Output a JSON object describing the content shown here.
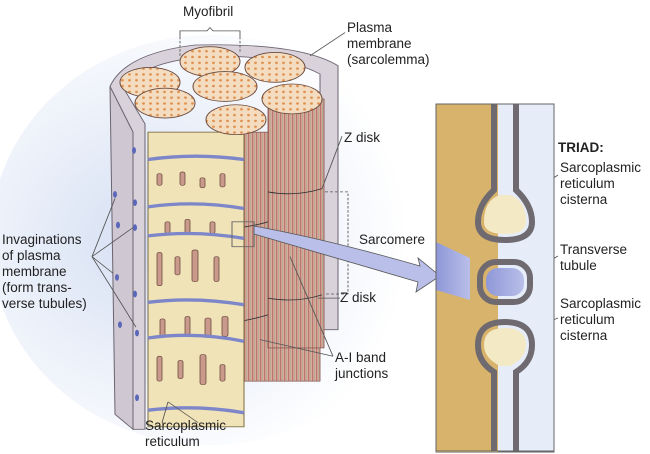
{
  "labels": {
    "myofibril": "Myofibril",
    "plasma_membrane": [
      "Plasma",
      "membrane",
      "(sarcolemma)"
    ],
    "z_disk_top": "Z disk",
    "sarcomere": "Sarcomere",
    "z_disk_bottom": "Z disk",
    "invaginations": [
      "Invaginations",
      "of plasma",
      "membrane",
      "(form trans-",
      "verse tubules)"
    ],
    "ai_band": [
      "A-I band",
      "junctions"
    ],
    "sarcoplasmic_reticulum": [
      "Sarcoplasmic",
      "reticulum"
    ],
    "triad_title": "TRIAD:",
    "sr_cisterna_top": [
      "Sarcoplasmic",
      "reticulum",
      "cisterna"
    ],
    "transverse_tubule": [
      "Transverse",
      "tubule"
    ],
    "sr_cisterna_bottom": [
      "Sarcoplasmic",
      "reticulum",
      "cisterna"
    ]
  },
  "colors": {
    "membrane": "#d9d2db",
    "sarcoplasm": "#f1e3b8",
    "myofibril_pink": "#d9a39a",
    "t_tubule_blue": "#7d86c9",
    "inset_tan": "#d7b36b",
    "inset_bg": "#e6ecf8",
    "halo": "#dfe7f5"
  }
}
